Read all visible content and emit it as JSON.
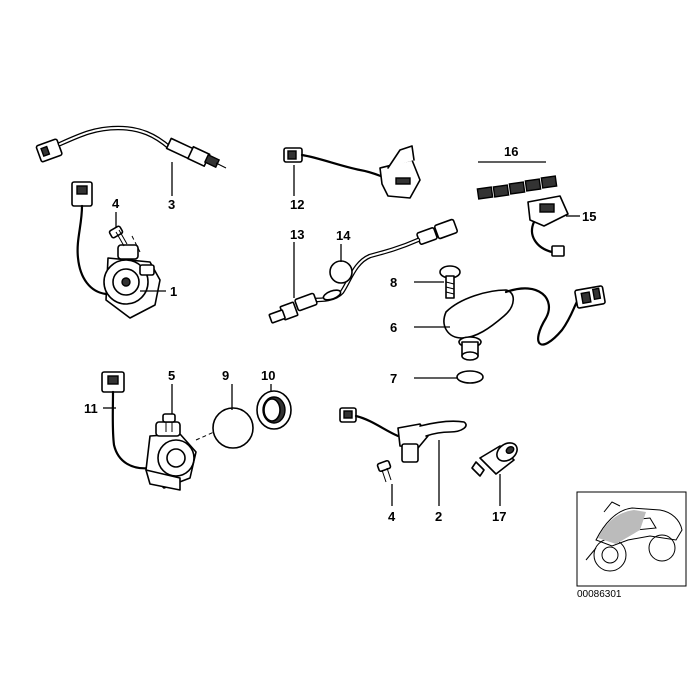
{
  "callouts": [
    {
      "id": "c1",
      "text": "1"
    },
    {
      "id": "c2",
      "text": "2"
    },
    {
      "id": "c3",
      "text": "3"
    },
    {
      "id": "c4a",
      "text": "4"
    },
    {
      "id": "c4b",
      "text": "4"
    },
    {
      "id": "c5",
      "text": "5"
    },
    {
      "id": "c6",
      "text": "6"
    },
    {
      "id": "c7",
      "text": "7"
    },
    {
      "id": "c8",
      "text": "8"
    },
    {
      "id": "c9",
      "text": "9"
    },
    {
      "id": "c10",
      "text": "10"
    },
    {
      "id": "c11",
      "text": "11"
    },
    {
      "id": "c12",
      "text": "12"
    },
    {
      "id": "c13",
      "text": "13"
    },
    {
      "id": "c14",
      "text": "14"
    },
    {
      "id": "c15",
      "text": "15"
    },
    {
      "id": "c16",
      "text": "16"
    },
    {
      "id": "c17",
      "text": "17"
    }
  ],
  "catalog_number": "00086301"
}
